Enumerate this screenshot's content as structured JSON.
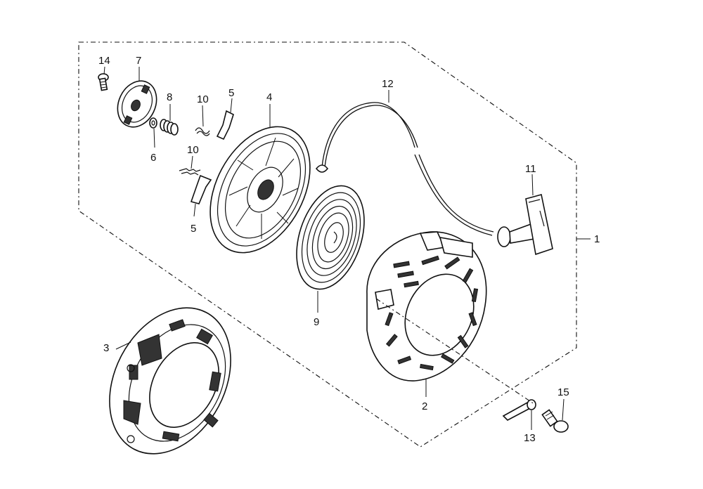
{
  "labels": {
    "l1": "1",
    "l2": "2",
    "l3": "3",
    "l4": "4",
    "l5a": "5",
    "l5b": "5",
    "l6": "6",
    "l7": "7",
    "l8": "8",
    "l9": "9",
    "l10a": "10",
    "l10b": "10",
    "l11": "11",
    "l12": "12",
    "l13": "13",
    "l14": "14",
    "l15": "15"
  }
}
